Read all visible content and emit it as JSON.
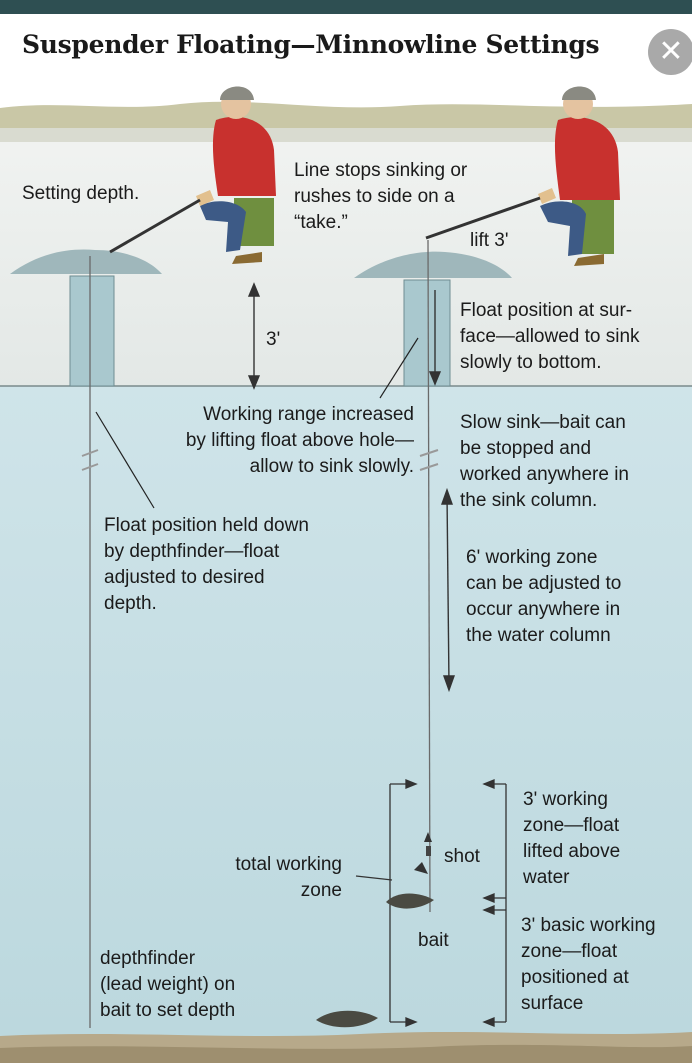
{
  "title": "Suspender Floating—Minnowline Settings",
  "close_icon": "✕",
  "labels": {
    "setting_depth": "Setting depth.",
    "line_stops": "Line stops sinking or\nrushes to side on a\n“take.”",
    "lift": "lift 3'",
    "three_ft": "3'",
    "float_position_surface": "Float position at sur-\nface—allowed to sink\nslowly to bottom.",
    "working_range": "Working range increased\nby lifting float above hole—\nallow to sink slowly.",
    "slow_sink": "Slow sink—bait can\nbe stopped and\nworked anywhere in\nthe sink column.",
    "float_held_down": "Float position held down\nby depthfinder—float\nadjusted to desired\ndepth.",
    "six_ft_zone": "6' working zone\ncan be adjusted to\noccur anywhere in\nthe water column",
    "three_ft_lifted": "3' working\nzone—float\nlifted above\nwater",
    "shot": "shot",
    "total_working_zone": "total working\nzone",
    "bait": "bait",
    "three_ft_basic": "3' basic working\nzone—float\npositioned at\nsurface",
    "depthfinder": "depthfinder\n(lead weight) on\nbait to set depth"
  }
}
